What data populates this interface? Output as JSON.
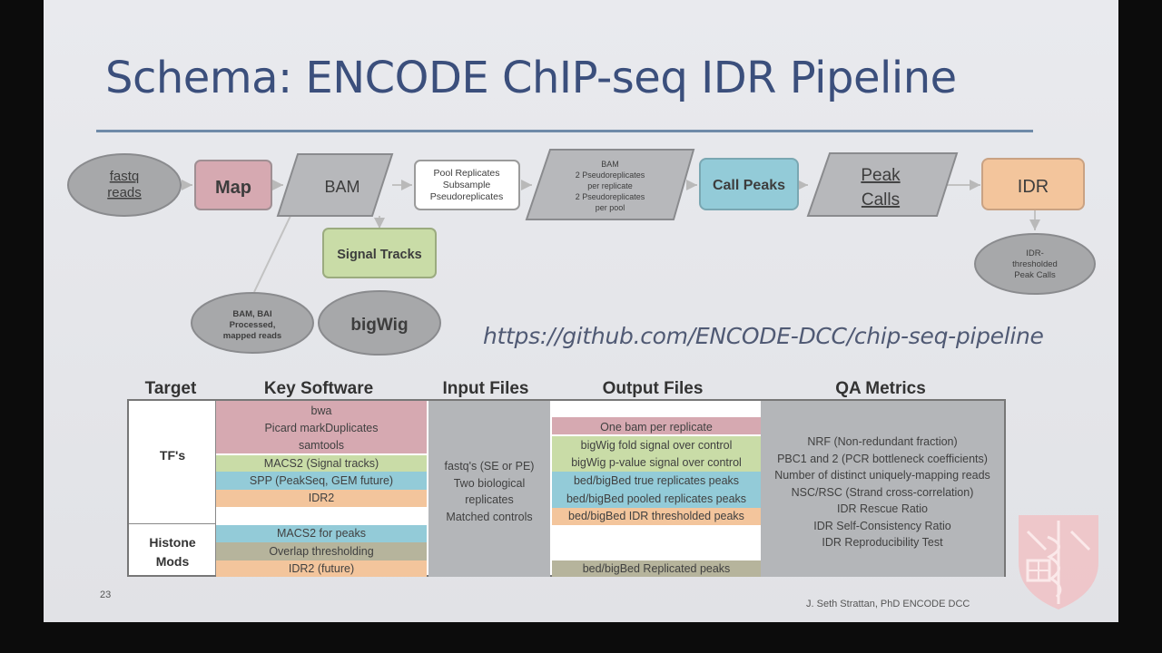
{
  "slide": {
    "title": "Schema:  ENCODE ChIP-seq IDR Pipeline",
    "url": "https://github.com/ENCODE-DCC/chip-seq-pipeline",
    "slide_number": "23",
    "credit": "J. Seth Strattan, PhD  ENCODE DCC"
  },
  "diagram": {
    "fastq": [
      "fastq",
      "reads"
    ],
    "map": "Map",
    "bam": "BAM",
    "pool": [
      "Pool Replicates",
      "Subsample",
      "Pseudoreplicates"
    ],
    "bam2": [
      "BAM",
      "2 Pseudoreplicates",
      "per replicate",
      "2 Pseudoreplicates",
      "per pool"
    ],
    "call_peaks": "Call Peaks",
    "peak_calls": [
      "Peak",
      "Calls"
    ],
    "idr": "IDR",
    "signal_tracks": "Signal Tracks",
    "bigwig": "bigWig",
    "bam_bai": [
      "BAM, BAI",
      "Processed,",
      "mapped reads"
    ],
    "idr_thresholded": [
      "IDR-",
      "thresholded",
      "Peak Calls"
    ]
  },
  "colors": {
    "pink": "#d6a9b1",
    "green": "#c9dca7",
    "blue": "#93cbd8",
    "orange": "#f3c59c",
    "olive": "#b6b49c",
    "gray": "#b4b6b9",
    "title": "#3b4f7c"
  },
  "table": {
    "headers": {
      "target": "Target",
      "software": "Key Software",
      "input": "Input Files",
      "output": "Output Files",
      "qa": "QA Metrics"
    },
    "targets": {
      "tf": "TF's",
      "histone": [
        "Histone",
        "Mods"
      ]
    },
    "software_tf": [
      "bwa",
      "Picard markDuplicates",
      "samtools",
      "MACS2 (Signal tracks)",
      "SPP (PeakSeq, GEM future)",
      "IDR2"
    ],
    "software_histone": [
      "MACS2 for peaks",
      "Overlap thresholding",
      "IDR2 (future)"
    ],
    "input_files": [
      "fastq's (SE or PE)",
      "Two biological",
      "replicates",
      "Matched controls"
    ],
    "output_tf": [
      "One bam per replicate",
      "bigWig fold signal over control",
      "bigWig p-value signal over control",
      "bed/bigBed true replicates peaks",
      "bed/bigBed pooled replicates peaks",
      "bed/bigBed IDR thresholded peaks"
    ],
    "output_histone": [
      "bed/bigBed Replicated peaks"
    ],
    "qa_metrics": [
      "NRF (Non-redundant fraction)",
      "PBC1 and 2 (PCR bottleneck coefficients)",
      "Number of distinct uniquely-mapping reads",
      "NSC/RSC (Strand cross-correlation)",
      "IDR Rescue Ratio",
      "IDR Self-Consistency Ratio",
      "IDR Reproducibility Test"
    ]
  },
  "icons": {
    "logo": "caduceus-shield-logo"
  }
}
